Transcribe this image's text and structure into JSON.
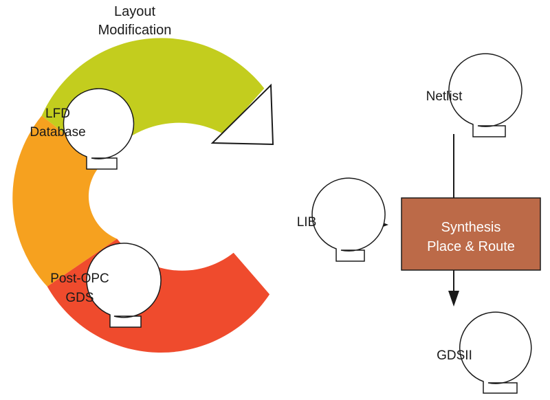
{
  "cycle": {
    "title_line1": "Layout",
    "title_line2": "Modification",
    "colors": {
      "green": "#c3cd1e",
      "orange": "#f6a11f",
      "red": "#ef4b2d"
    },
    "nodes": {
      "lfd_line1": "LFD",
      "lfd_line2": "Database",
      "postopc_line1": "Post-OPC",
      "postopc_line2": "GDS"
    }
  },
  "flow": {
    "netlist": "Netlist",
    "lib": "LIB",
    "synthesis_line1": "Synthesis",
    "synthesis_line2": "Place & Route",
    "gdsii": "GDSII",
    "colors": {
      "box": "#bc6a48"
    }
  }
}
